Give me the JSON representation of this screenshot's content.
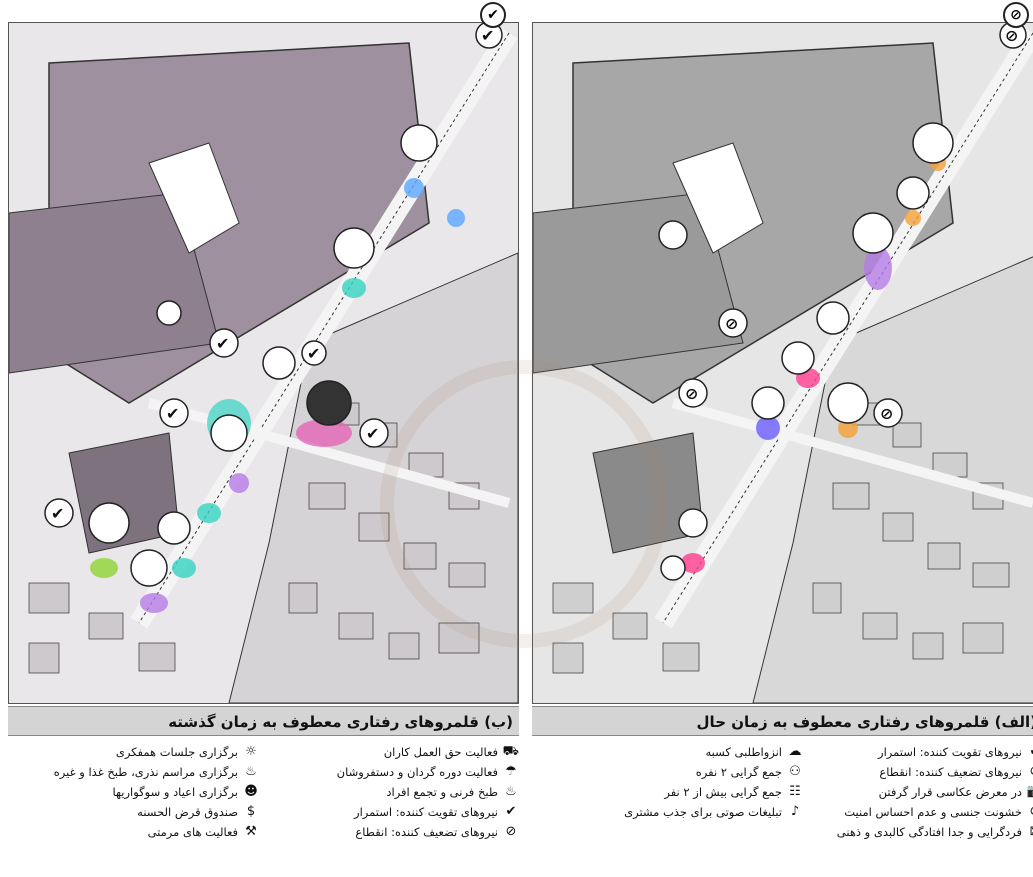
{
  "panels": {
    "left": {
      "title": "(ب) قلمروهای رفتاری معطوف به زمان گذشته",
      "top_icon": "check-icon",
      "legend_col_a": [
        {
          "icon": "cart-icon",
          "label": "فعالیت حق العمل کاران"
        },
        {
          "icon": "vendor-icon",
          "label": "فعالیت دوره گردان و دستفروشان"
        },
        {
          "icon": "oven-icon",
          "label": "طبخ فرنی و تجمع افراد"
        },
        {
          "icon": "check-icon",
          "label": "نیروهای تقویت کننده: استمرار"
        },
        {
          "icon": "forbidden-icon",
          "label": "نیروهای تضعیف کننده: انقطاع"
        }
      ],
      "legend_col_b": [
        {
          "icon": "meeting-icon",
          "label": "برگزاری جلسات همفکری"
        },
        {
          "icon": "cooking-icon",
          "label": "برگزاری مراسم نذری، طبخ غذا و غیره"
        },
        {
          "icon": "crowd-icon",
          "label": "برگزاری اعیاد و سوگواریها"
        },
        {
          "icon": "money-icon",
          "label": "صندوق قرض الحسنه"
        },
        {
          "icon": "repair-icon",
          "label": "فعالیت های مرمتی"
        }
      ]
    },
    "right": {
      "title": "(الف) قلمروهای رفتاری معطوف به زمان حال",
      "top_icon": "forbidden-icon",
      "legend_col_a": [
        {
          "icon": "check-icon",
          "label": "نیروهای تقویت کننده: استمرار"
        },
        {
          "icon": "forbidden-icon",
          "label": "نیروهای تضعیف کننده: انقطاع"
        },
        {
          "icon": "camera-icon",
          "label": "در معرض عکاسی قرار گرفتن"
        },
        {
          "icon": "eye-slash-icon",
          "label": "خشونت جنسی و عدم احساس امنیت"
        },
        {
          "icon": "crossed-people-icon",
          "label": "فردگرایی و جدا افتادگی کالبدی و ذهنی"
        }
      ],
      "legend_col_b": [
        {
          "icon": "isolation-icon",
          "label": "انزواطلبی کسبه"
        },
        {
          "icon": "pair-icon",
          "label": "جمع گرایی ۲ نفره"
        },
        {
          "icon": "group-icon",
          "label": "جمع گرایی بیش از ۲ نفر"
        },
        {
          "icon": "megaphone-icon",
          "label": "تبلیغات صوتی برای جذب مشتری"
        }
      ]
    }
  },
  "icon_glyphs": {
    "check-icon": "✔",
    "forbidden-icon": "⊘",
    "camera-icon": "📷",
    "eye-slash-icon": "⊗",
    "crossed-people-icon": "⊠",
    "isolation-icon": "☁",
    "pair-icon": "⚇",
    "group-icon": "☷",
    "megaphone-icon": "♪",
    "cart-icon": "⛟",
    "vendor-icon": "☂",
    "oven-icon": "♨",
    "meeting-icon": "☼",
    "cooking-icon": "♨",
    "crowd-icon": "☻",
    "money-icon": "$",
    "repair-icon": "⚒"
  },
  "colors": {
    "block_past": "#9e909e",
    "block_present": "#a7a7a7",
    "street": "#f4f4f4",
    "outline": "#2b2b2b",
    "pink": "#e565b8",
    "violet": "#b57ce6",
    "cyan": "#35d3c0",
    "blue": "#5aa8ff",
    "orange": "#f5a035",
    "green": "#8fd433",
    "magenta": "#ff3c8c"
  }
}
